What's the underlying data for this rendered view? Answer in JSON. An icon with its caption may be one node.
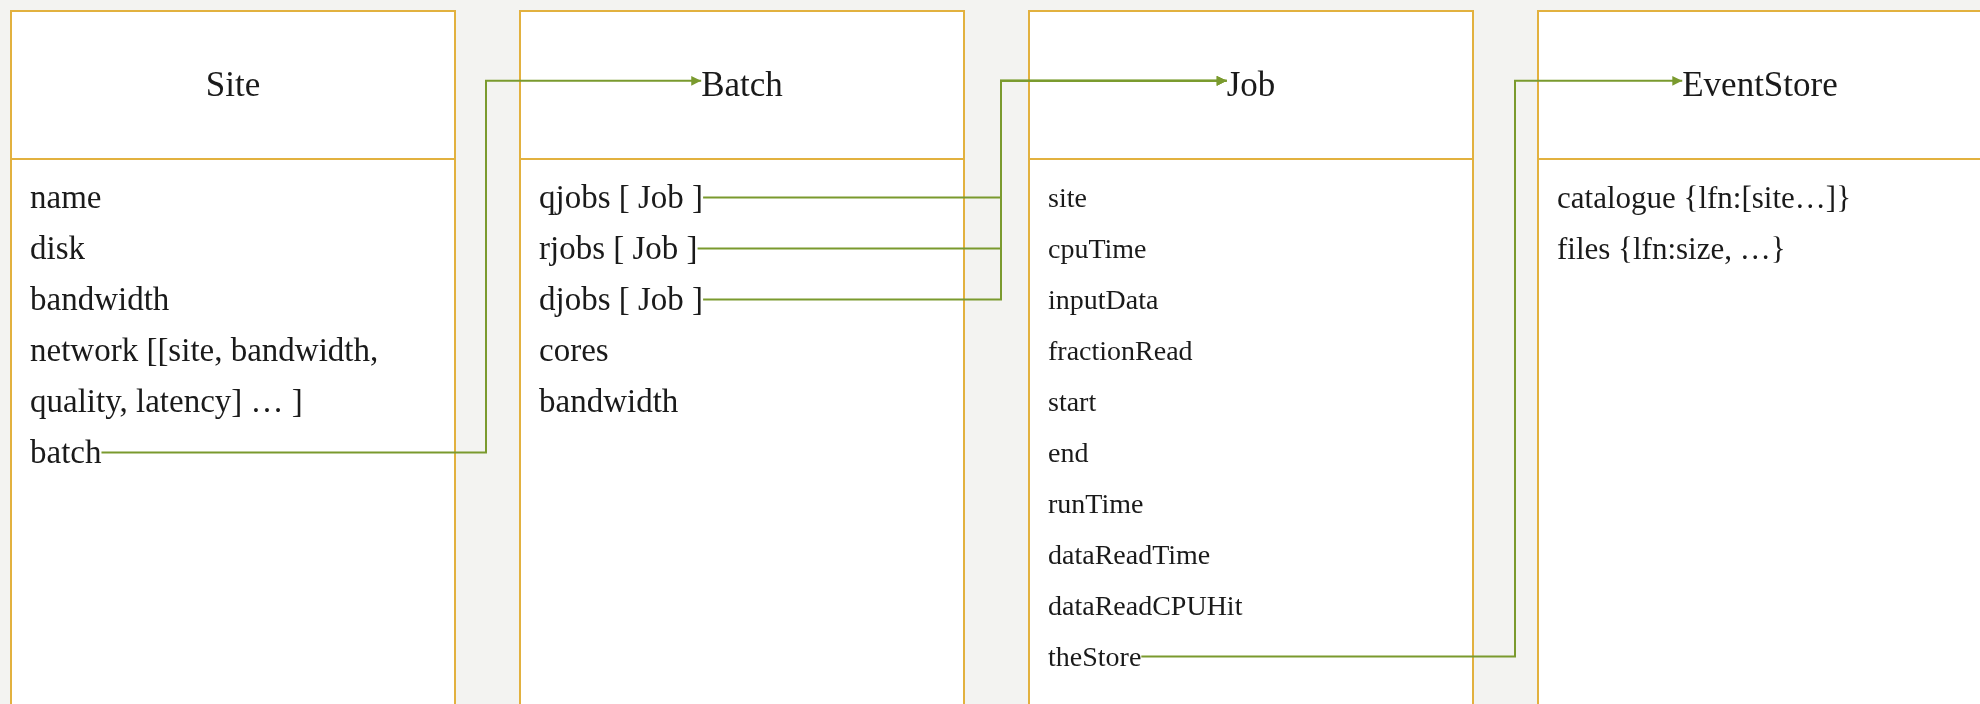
{
  "diagram": {
    "nodes": [
      {
        "text": [
          "Site"
        ]
      },
      {
        "text": [
          "name"
        ],
        "in": 0
      },
      {
        "text": [
          "disk"
        ],
        "in": 0
      },
      {
        "text": [
          "bandwidth"
        ],
        "in": 0
      },
      {
        "text": [
          "network [[site, bandwidth, quality, latency] … ]"
        ],
        "in": 0
      },
      {
        "text": [
          "batch"
        ],
        "in": 0
      },
      {
        "text": [
          "Batch"
        ]
      },
      {
        "text": [
          "qjobs [ Job ]"
        ],
        "in": 6
      },
      {
        "text": [
          "rjobs [ Job ]"
        ],
        "in": 6
      },
      {
        "text": [
          "djobs [ Job ]"
        ],
        "in": 6
      },
      {
        "text": [
          "cores"
        ],
        "in": 6
      },
      {
        "text": [
          "bandwidth"
        ],
        "in": 6
      },
      {
        "text": [
          "Job"
        ]
      },
      {
        "text": [
          "site"
        ],
        "in": 12
      },
      {
        "text": [
          "cpuTime"
        ],
        "in": 12
      },
      {
        "text": [
          "inputData"
        ],
        "in": 12
      },
      {
        "text": [
          "fractionRead"
        ],
        "in": 12
      },
      {
        "text": [
          "start"
        ],
        "in": 12
      },
      {
        "text": [
          "end"
        ],
        "in": 12
      },
      {
        "text": [
          "runTime"
        ],
        "in": 12
      },
      {
        "text": [
          "dataReadTime"
        ],
        "in": 12
      },
      {
        "text": [
          "dataReadCPUHit"
        ],
        "in": 12
      },
      {
        "text": [
          "theStore"
        ],
        "in": 12
      },
      {
        "text": [
          "EventStore"
        ]
      },
      {
        "text": [
          "catalogue {lfn:[site…]}"
        ],
        "in": 23
      },
      {
        "text": [
          "files {lfn:size, …}"
        ],
        "in": 23
      }
    ],
    "edges": [
      {
        "from": 5,
        "to": 6,
        "arrow": "to"
      },
      {
        "from": 7,
        "to": 12,
        "arrow": "to"
      },
      {
        "from": 8,
        "to": 12,
        "arrow": "to"
      },
      {
        "from": 9,
        "to": 12,
        "arrow": "to"
      },
      {
        "from": 22,
        "to": 23,
        "arrow": "to"
      }
    ]
  }
}
